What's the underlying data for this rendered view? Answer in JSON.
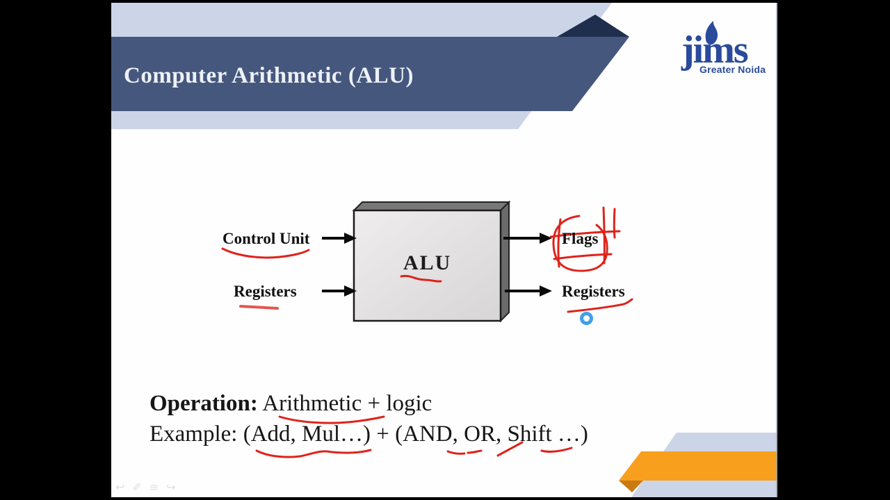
{
  "title_banner": {
    "title": "Computer Arithmetic (ALU)"
  },
  "logo": {
    "text": "jims",
    "subtext": "Greater Noida",
    "color": "#2a4a9c",
    "flame_icon": "flame-icon"
  },
  "diagram": {
    "box_label": "ALU",
    "inputs": [
      {
        "label": "Control Unit"
      },
      {
        "label": "Registers"
      }
    ],
    "outputs": [
      {
        "label": "Flags"
      },
      {
        "label": "Registers"
      }
    ]
  },
  "notes": {
    "operation_label": "Operation:",
    "operation_text": " Arithmetic + logic",
    "example_text": "Example: (Add, Mul…) + (AND, OR, Shift …)"
  },
  "annotations": {
    "ink_color": "#de231b",
    "pointer_ring_color": "#3f9fee",
    "marks": [
      "underline-control-unit",
      "underline-registers-left",
      "underline-alu",
      "scribble-flags",
      "underline-registers-right",
      "underline-arithmetic",
      "underline-add-mul",
      "underline-and",
      "slash-or",
      "underline-shift",
      "pointer-ring"
    ]
  },
  "colors": {
    "banner_navy": "#45577d",
    "banner_fold": "#1f2e4d",
    "band_light_blue": "#ccd4e7",
    "ribbon_orange": "#f8a01e",
    "ribbon_orange_fold": "#c97a10",
    "box_front": "#e4e2e2",
    "box_top": "#787878",
    "box_side": "#6b6b6b"
  },
  "nav": {
    "icons": [
      "back-arrow-icon",
      "pen-icon",
      "slide-menu-icon",
      "forward-arrow-icon"
    ],
    "glyphs": {
      "back": "↩",
      "pen": "✐",
      "menu": "≡",
      "forward": "↪"
    }
  }
}
